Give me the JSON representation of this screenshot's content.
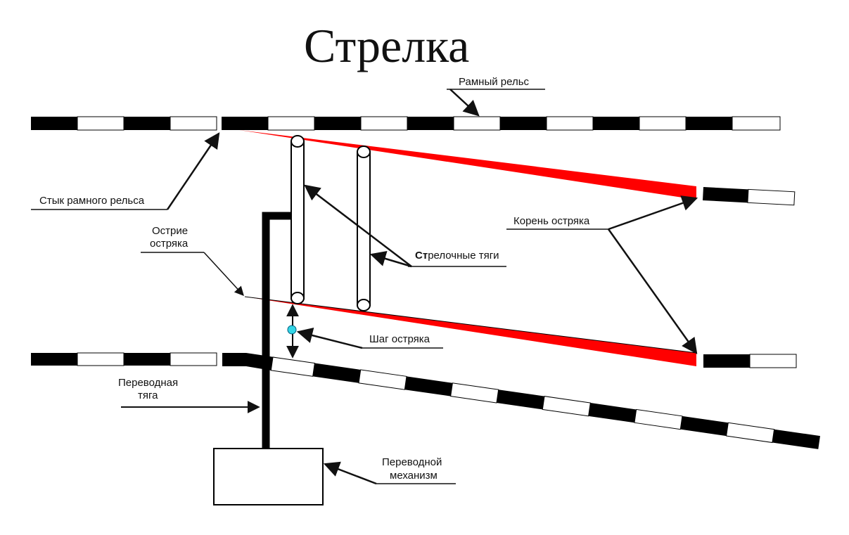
{
  "title": "Стрелка",
  "labels": {
    "frame_rail": "Рамный рельс",
    "frame_rail_joint": "Стык рамного рельса",
    "point_tip_line1": "Острие",
    "point_tip_line2": "остряка",
    "switch_rods_bold": "Ст",
    "switch_rods_rest": "релочные тяги",
    "heel_of_switch": "Корень остряка",
    "switch_throw": "Шаг остряка",
    "throw_rod_line1": "Переводная",
    "throw_rod_line2": "тяга",
    "mechanism_line1": "Переводной",
    "mechanism_line2": "механизм"
  },
  "colors": {
    "rail_dark": "#000000",
    "rail_light": "#ffffff",
    "switch_blade": "#ff0000",
    "pivot_dot": "#33d6e6",
    "ink": "#111111"
  }
}
